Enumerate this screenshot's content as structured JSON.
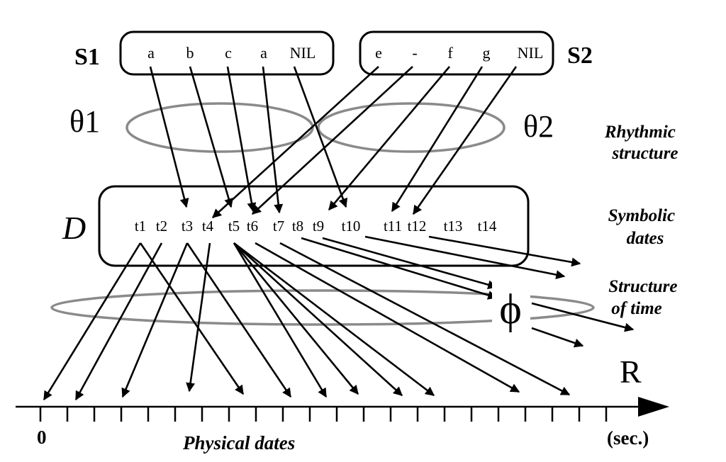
{
  "sequences": {
    "s1": {
      "label": "S1",
      "symbols": [
        "a",
        "b",
        "c",
        "a",
        "NIL"
      ]
    },
    "s2": {
      "label": "S2",
      "symbols": [
        "e",
        "-",
        "f",
        "g",
        "NIL"
      ]
    }
  },
  "rhythms": {
    "theta1": "θ1",
    "theta2": "θ2"
  },
  "symbolic": {
    "label": "D",
    "dates": [
      "t1",
      "t2",
      "t3",
      "t4",
      "t5",
      "t6",
      "t7",
      "t8",
      "t9",
      "t10",
      "t11",
      "t12",
      "t13",
      "t14"
    ]
  },
  "phi": "ϕ",
  "physical_axis_label": "R",
  "side_labels": {
    "rhythmic": [
      "Rhythmic",
      "structure"
    ],
    "symbolic": [
      "Symbolic",
      "dates"
    ],
    "time": [
      "Structure",
      "of time"
    ]
  },
  "axis": {
    "zero": "0",
    "unit": "(sec.)",
    "caption": "Physical dates"
  },
  "colors": {
    "ink": "#000000",
    "ellipse": "#8a8a8a"
  }
}
